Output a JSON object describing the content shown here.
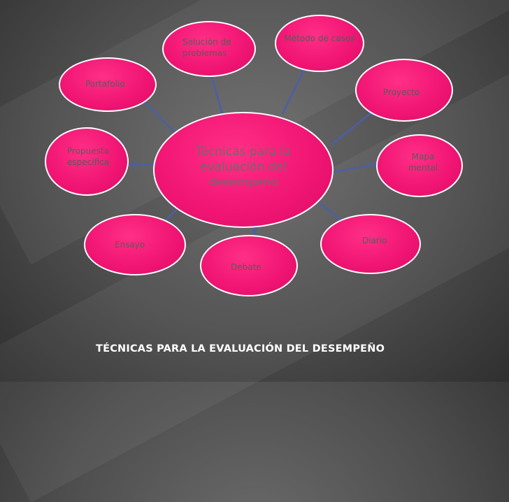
{
  "diagram": {
    "center": "Técnicas para la evaluación del desempeño",
    "nodes": {
      "solucion": "Solución de problemas",
      "metodo": "Método de casos",
      "portafolio": "Portafolio",
      "proyecto": "Proyecto",
      "propuesta": "Propuesta especifica",
      "mapa": "Mapa mental",
      "ensayo": "Ensayo",
      "diario": "Diario",
      "debate": "Debate"
    },
    "title": "TÉCNICAS PARA LA EVALUACIÓN DEL DESEMPEÑO"
  },
  "colors": {
    "node_fill": "#f01473",
    "node_border": "#ffffff",
    "arrow": "#4b5fa8",
    "background": "#555555"
  }
}
